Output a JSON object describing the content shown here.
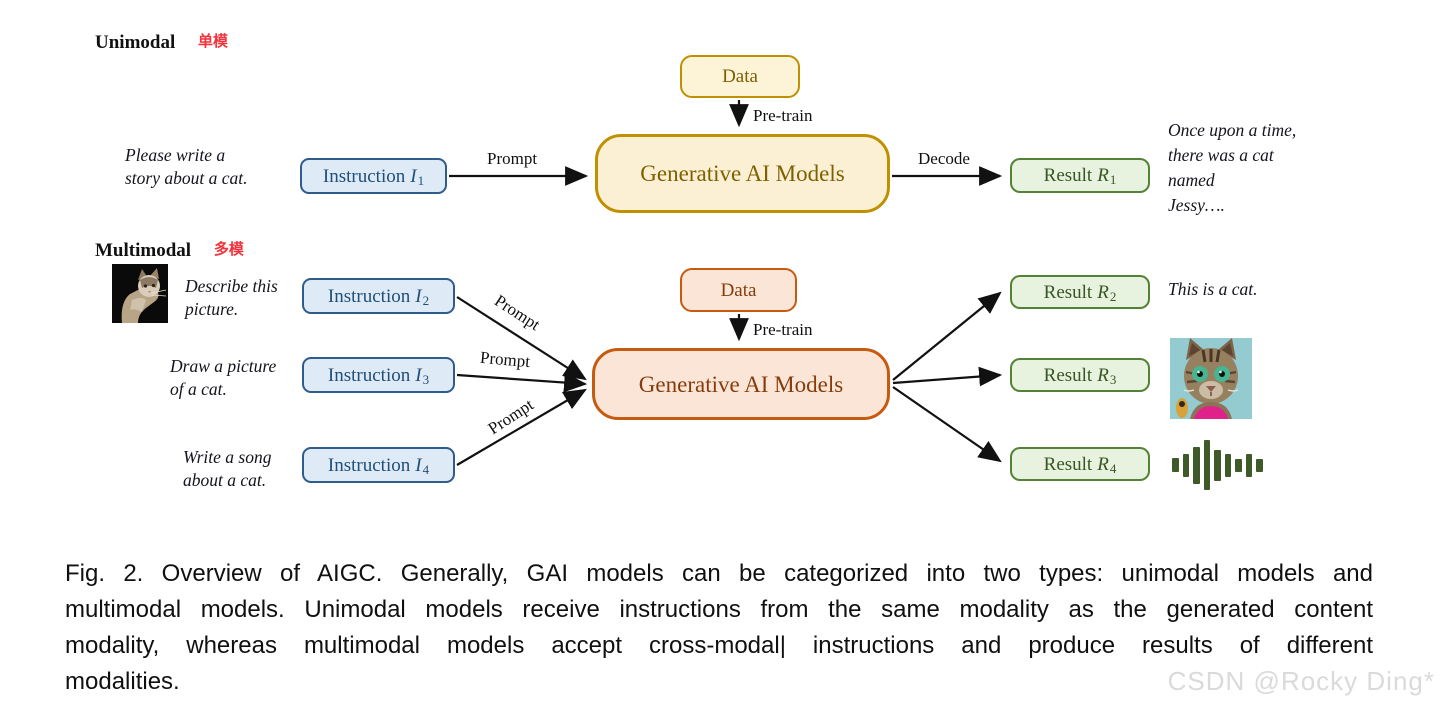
{
  "unimodal": {
    "title": "Unimodal",
    "title_zh": "单模",
    "input": {
      "line1": "Please write a",
      "line2": "story about a cat."
    },
    "instruction1": {
      "prefix": "Instruction",
      "symbol": "I",
      "sub": "1"
    },
    "prompt_label": "Prompt",
    "data_label": "Data",
    "pretrain_label": "Pre-train",
    "model_label": "Generative AI Models",
    "decode_label": "Decode",
    "result1": {
      "prefix": "Result",
      "symbol": "R",
      "sub": "1"
    },
    "output": {
      "line1": "Once upon a time,",
      "line2": "there was a cat",
      "line3": "named",
      "line4": "Jessy…."
    }
  },
  "multimodal": {
    "title": "Multimodal",
    "title_zh": "多模",
    "input2": {
      "line1": "Describe this",
      "line2": "picture."
    },
    "instruction2": {
      "prefix": "Instruction",
      "symbol": "I",
      "sub": "2"
    },
    "input3": {
      "line1": "Draw a picture",
      "line2": "of a cat."
    },
    "instruction3": {
      "prefix": "Instruction",
      "symbol": "I",
      "sub": "3"
    },
    "input4": {
      "line1": "Write a song",
      "line2": "about a cat."
    },
    "instruction4": {
      "prefix": "Instruction",
      "symbol": "I",
      "sub": "4"
    },
    "prompt_label": "Prompt",
    "data_label": "Data",
    "pretrain_label": "Pre-train",
    "model_label": "Generative AI Models",
    "result2": {
      "prefix": "Result",
      "symbol": "R",
      "sub": "2"
    },
    "result3": {
      "prefix": "Result",
      "symbol": "R",
      "sub": "3"
    },
    "result4": {
      "prefix": "Result",
      "symbol": "R",
      "sub": "4"
    },
    "output2": "This is a cat."
  },
  "icons": {
    "input_cat": "cat-photo",
    "result_cat": "generated-cat-image",
    "result_audio": "audio-waveform"
  },
  "colors": {
    "instruction_fill": "#deebf7",
    "instruction_border": "#2e5c8c",
    "instruction_text": "#1f4e79",
    "unimodal_fill": "#fcf0d4",
    "unimodal_border": "#bf9000",
    "unimodal_text": "#7f6000",
    "multimodal_fill": "#fbe5d6",
    "multimodal_border": "#c55a11",
    "multimodal_text": "#843c0c",
    "result_fill": "#e7f2df",
    "result_border": "#538135",
    "result_text": "#375623",
    "section_zh_red": "#f4333c",
    "arrow": "#111111",
    "watermark": "#dadada"
  },
  "caption": {
    "lines": [
      "Fig. 2.  Overview of AIGC. Generally, GAI models can be categorized into two types: unimodal models and",
      "multimodal models. Unimodal models receive instructions from the same modality as the generated content",
      "modality, whereas multimodal models accept cross-modal| instructions and produce results of different",
      "modalities."
    ]
  },
  "watermark": "CSDN @Rocky Ding*"
}
